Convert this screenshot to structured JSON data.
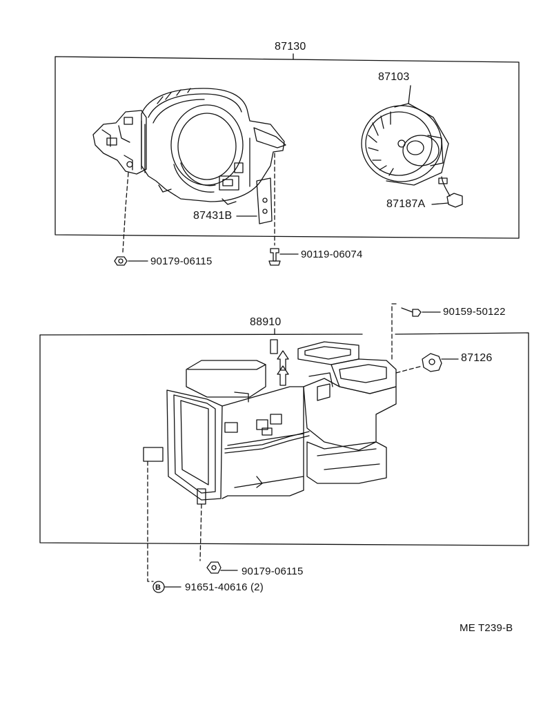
{
  "labels": {
    "upper_assembly": "87130",
    "blower_motor": "87103",
    "resistor": "87187A",
    "bracket": "87431B",
    "upper_nut": "90179-06115",
    "upper_bolt": "90119-06074",
    "lower_assembly": "88910",
    "lower_screw": "90159-50122",
    "servo": "87126",
    "lower_nut": "90179-06115",
    "clip": "91651-40616 (2)",
    "clip_badge": "B",
    "diagram_code": "ME T239-B"
  },
  "colors": {
    "line": "#111111",
    "background": "#ffffff"
  }
}
